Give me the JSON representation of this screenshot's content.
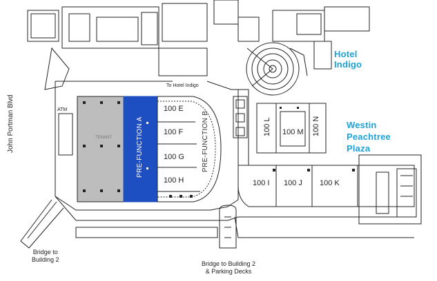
{
  "map": {
    "streets": {
      "west": "John Portman Blvd"
    },
    "hotels": {
      "indigo": [
        "Hotel",
        "Indigo"
      ],
      "westin": [
        "Westin",
        "Peachtree",
        "Plaza"
      ]
    },
    "connectors": {
      "to_hotel_indigo": "To Hotel Indigo",
      "bridge_building2_line1": "Bridge to",
      "bridge_building2_line2": "Building 2",
      "bridge_parking_line1": "Bridge to Building 2",
      "bridge_parking_line2": "& Parking Decks"
    },
    "spaces": {
      "tenant": "TENANT",
      "prefunction_a": "PRE-FUNCTION A",
      "prefunction_b": "PRE-FUNCTION B",
      "atm": "ATM",
      "rooms": [
        "100 E",
        "100 F",
        "100 G",
        "100 H",
        "100 L",
        "100 M",
        "100 N",
        "100 I",
        "100 J",
        "100 K"
      ]
    },
    "colors": {
      "highlight": "#1e4fc2",
      "tenant_fill": "#bdbdbd",
      "hotel_text": "#1aa3d9",
      "lines": "#222222"
    }
  }
}
